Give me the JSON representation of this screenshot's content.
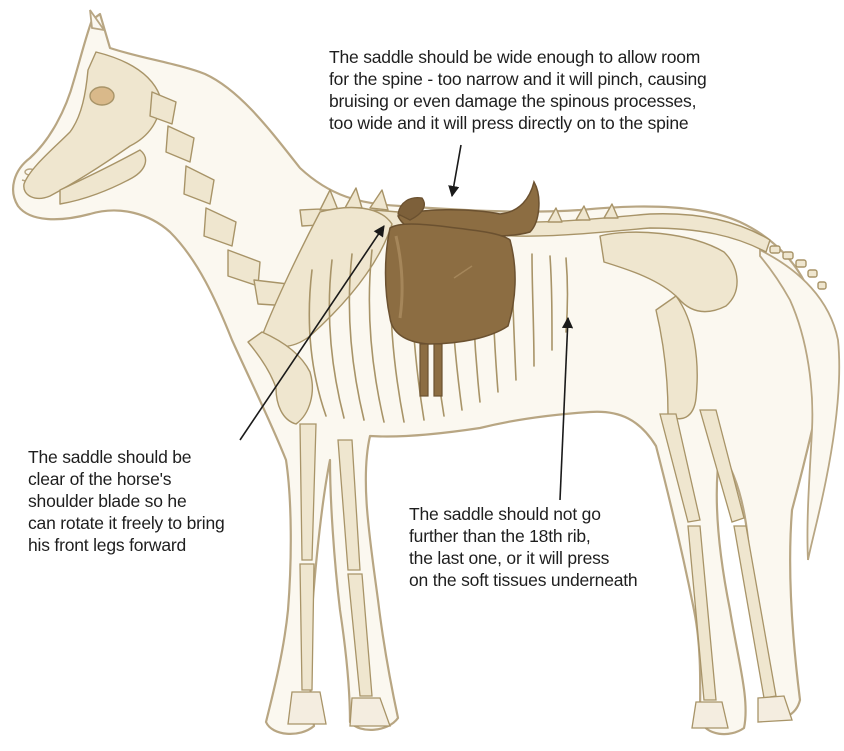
{
  "callouts": {
    "spine": {
      "lines": [
        "The saddle should be wide enough to allow room",
        "for the spine - too narrow and it will pinch, causing",
        "bruising or even damage the spinous processes,",
        "too wide and it will press directly on to the spine"
      ]
    },
    "shoulder": {
      "lines": [
        "The saddle should be",
        "clear of the horse's",
        "shoulder blade so he",
        "can rotate it  freely to bring",
        "his front legs forward"
      ]
    },
    "rib": {
      "lines": [
        "The saddle should not go",
        "further than the 18th rib,",
        "the last one, or it will press",
        "on the soft tissues underneath"
      ]
    }
  },
  "colors": {
    "background": "#ffffff",
    "horse_outline": "#b8a683",
    "horse_fill": "#fbf8f0",
    "bone_fill": "#efe6cf",
    "bone_stroke": "#a89468",
    "saddle_fill": "#8c6d42",
    "saddle_dark": "#6b5130",
    "saddle_light": "#a5865a",
    "text": "#1e1e1e",
    "arrow": "#1a1a1a"
  }
}
